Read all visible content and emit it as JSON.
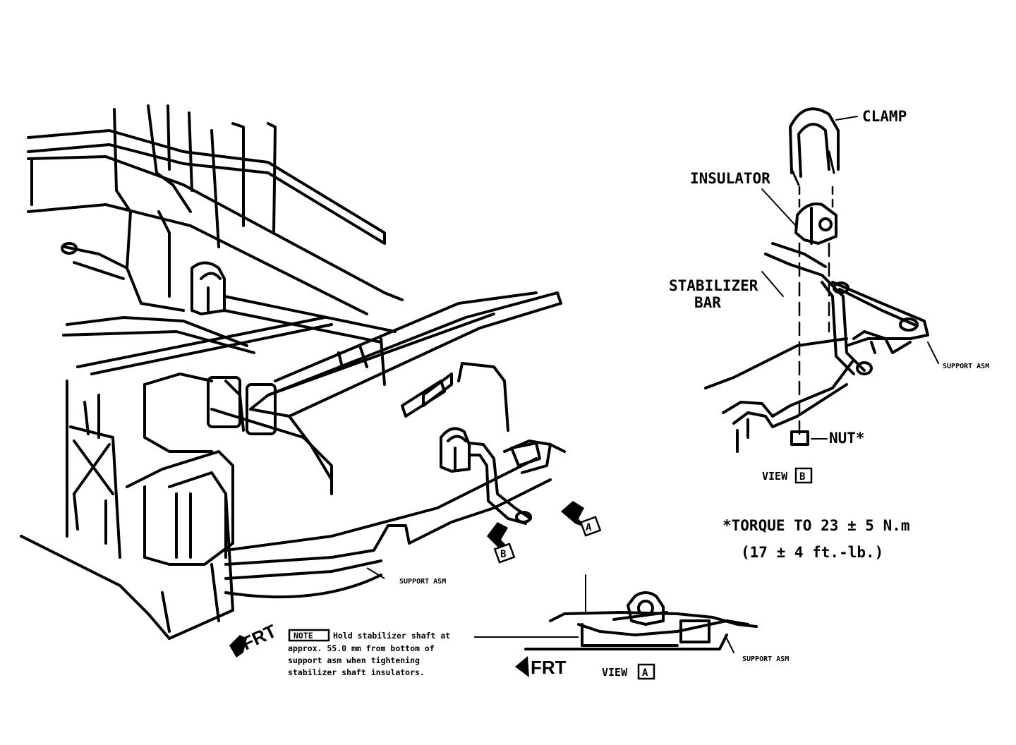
{
  "labels": {
    "clamp": "CLAMP",
    "insulator": "INSULATOR",
    "stabilizer_line1": "STABILIZER",
    "stabilizer_line2": "BAR",
    "support_asm_b": "SUPPORT ASM",
    "nut": "NUT*",
    "view_b_word": "VIEW",
    "view_b_letter": "B",
    "torque_line1": "*TORQUE TO 23 ± 5 N.m",
    "torque_line2": "(17 ± 4 ft.-lb.)",
    "support_asm_main": "SUPPORT ASM",
    "arrow_a_letter": "A",
    "arrow_b_letter": "B",
    "frt_main": "FRT",
    "note_tag": "NOTE",
    "note_line1": "Hold stabilizer shaft at",
    "note_line2": "approx. 55.0 mm from bottom of",
    "note_line3": "support asm when tightening",
    "note_line4": "stabilizer shaft insulators.",
    "frt_view_a": "FRT",
    "view_a_word": "VIEW",
    "view_a_letter": "A",
    "support_asm_a": "SUPPORT ASM"
  }
}
